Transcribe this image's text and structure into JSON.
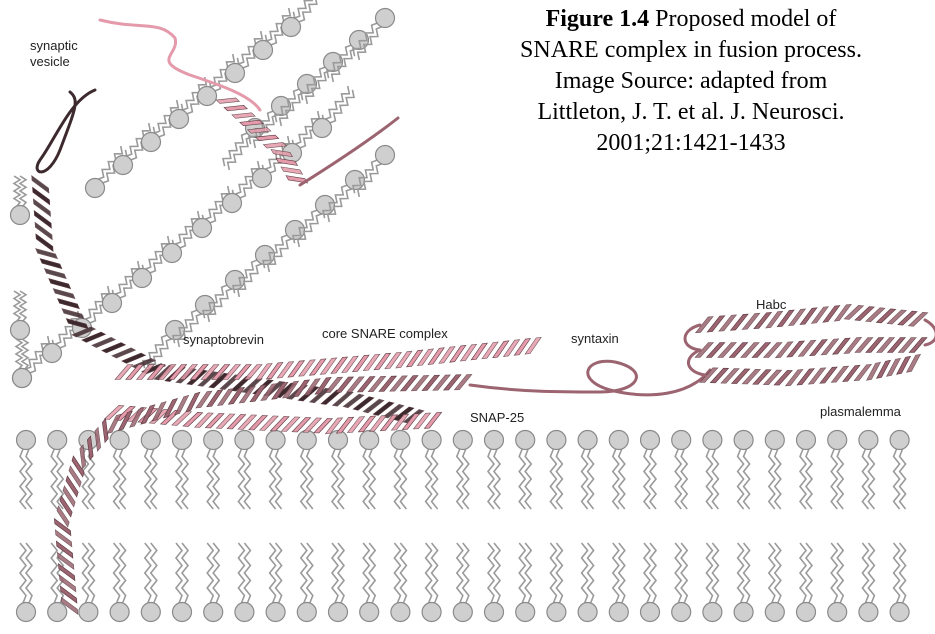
{
  "caption": {
    "figure_number": "Figure 1.4",
    "title": "Proposed model of SNARE complex in fusion process.",
    "source_line_1": "Image Source: adapted from",
    "source_line_2": "Littleton, J. T. et al. J. Neurosci.",
    "source_line_3": "2001;21:1421-1433"
  },
  "labels": {
    "synaptic": "synaptic",
    "vesicle": "vesicle",
    "synaptobrevin": "synaptobrevin",
    "core_snare": "core SNARE complex",
    "syntaxin": "syntaxin",
    "habc": "Habc",
    "snap25": "SNAP-25",
    "plasmalemma": "plasmalemma"
  },
  "colors": {
    "lipid_head": "#cfcfcf",
    "lipid_head_edge": "#8a8a8a",
    "lipid_tail": "#9a9a9a",
    "synaptobrevin": "#3d2a2e",
    "snap25": "#e49aaa",
    "syntaxin": "#9b6470",
    "background": "#ffffff"
  },
  "icons": [
    "lipid-head-icon",
    "alpha-helix-icon"
  ]
}
